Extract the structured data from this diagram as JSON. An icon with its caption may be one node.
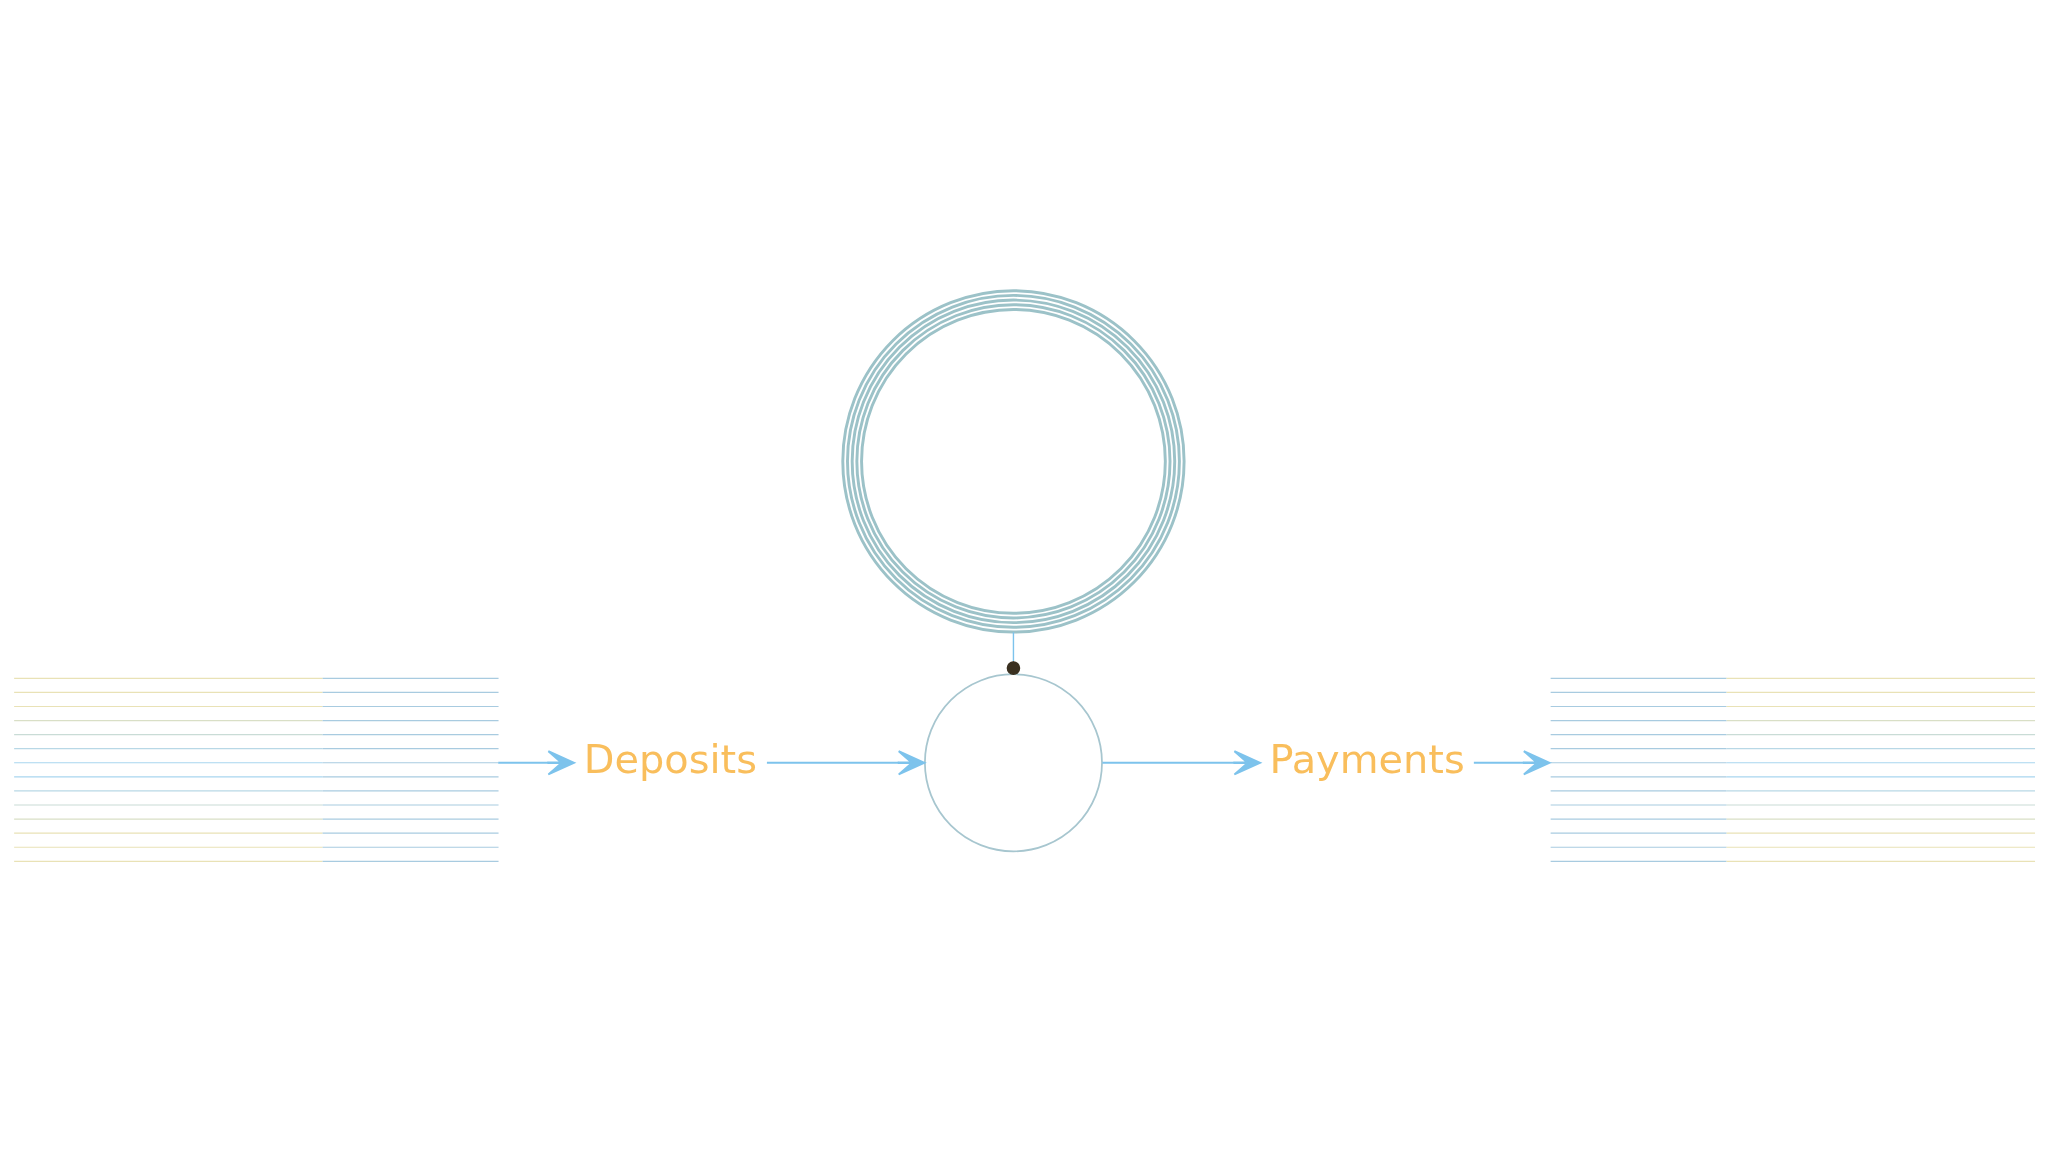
{
  "diagram": {
    "nodes": [
      {
        "text": [],
        "shape": "circle"
      },
      {
        "text": [],
        "shape": "picture"
      },
      {
        "text": [
          "Deposits"
        ]
      },
      {
        "text": [],
        "shape": "circle"
      },
      {
        "text": [
          "Payments"
        ]
      },
      {
        "text": [],
        "shape": "picture"
      }
    ],
    "edges": [
      {
        "from": 1,
        "to": 2,
        "arrow": "to"
      },
      {
        "from": 2,
        "to": 3,
        "arrow": "to"
      },
      {
        "from": 0,
        "to": 3,
        "arrow": "other"
      },
      {
        "from": 3,
        "to": 4,
        "arrow": "to"
      },
      {
        "from": 4,
        "to": 5,
        "arrow": "to"
      }
    ]
  }
}
